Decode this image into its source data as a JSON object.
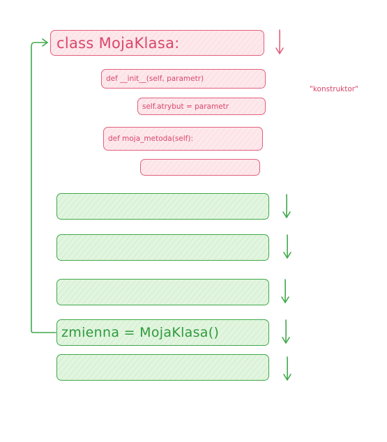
{
  "class_header": "class MojaKlasa:",
  "init_def": "def __init__(self, parametr)",
  "attr_assign": "self.atrybut = parametr",
  "method_def": "def moja_metoda(self):",
  "method_body": "",
  "constructor_note": "\"konstruktor\"",
  "instance_line": "zmienna = MojaKlasa()",
  "colors": {
    "pink_border": "#e2607d",
    "pink_fill": "#fde8ec",
    "pink_text": "#d9476a",
    "green_border": "#3fa84a",
    "green_fill": "#e2f5df",
    "green_text": "#2f9a3d"
  },
  "flow_arrow_icon": "arrow-down-icon",
  "reference_arrow_icon": "arrow-right-icon"
}
